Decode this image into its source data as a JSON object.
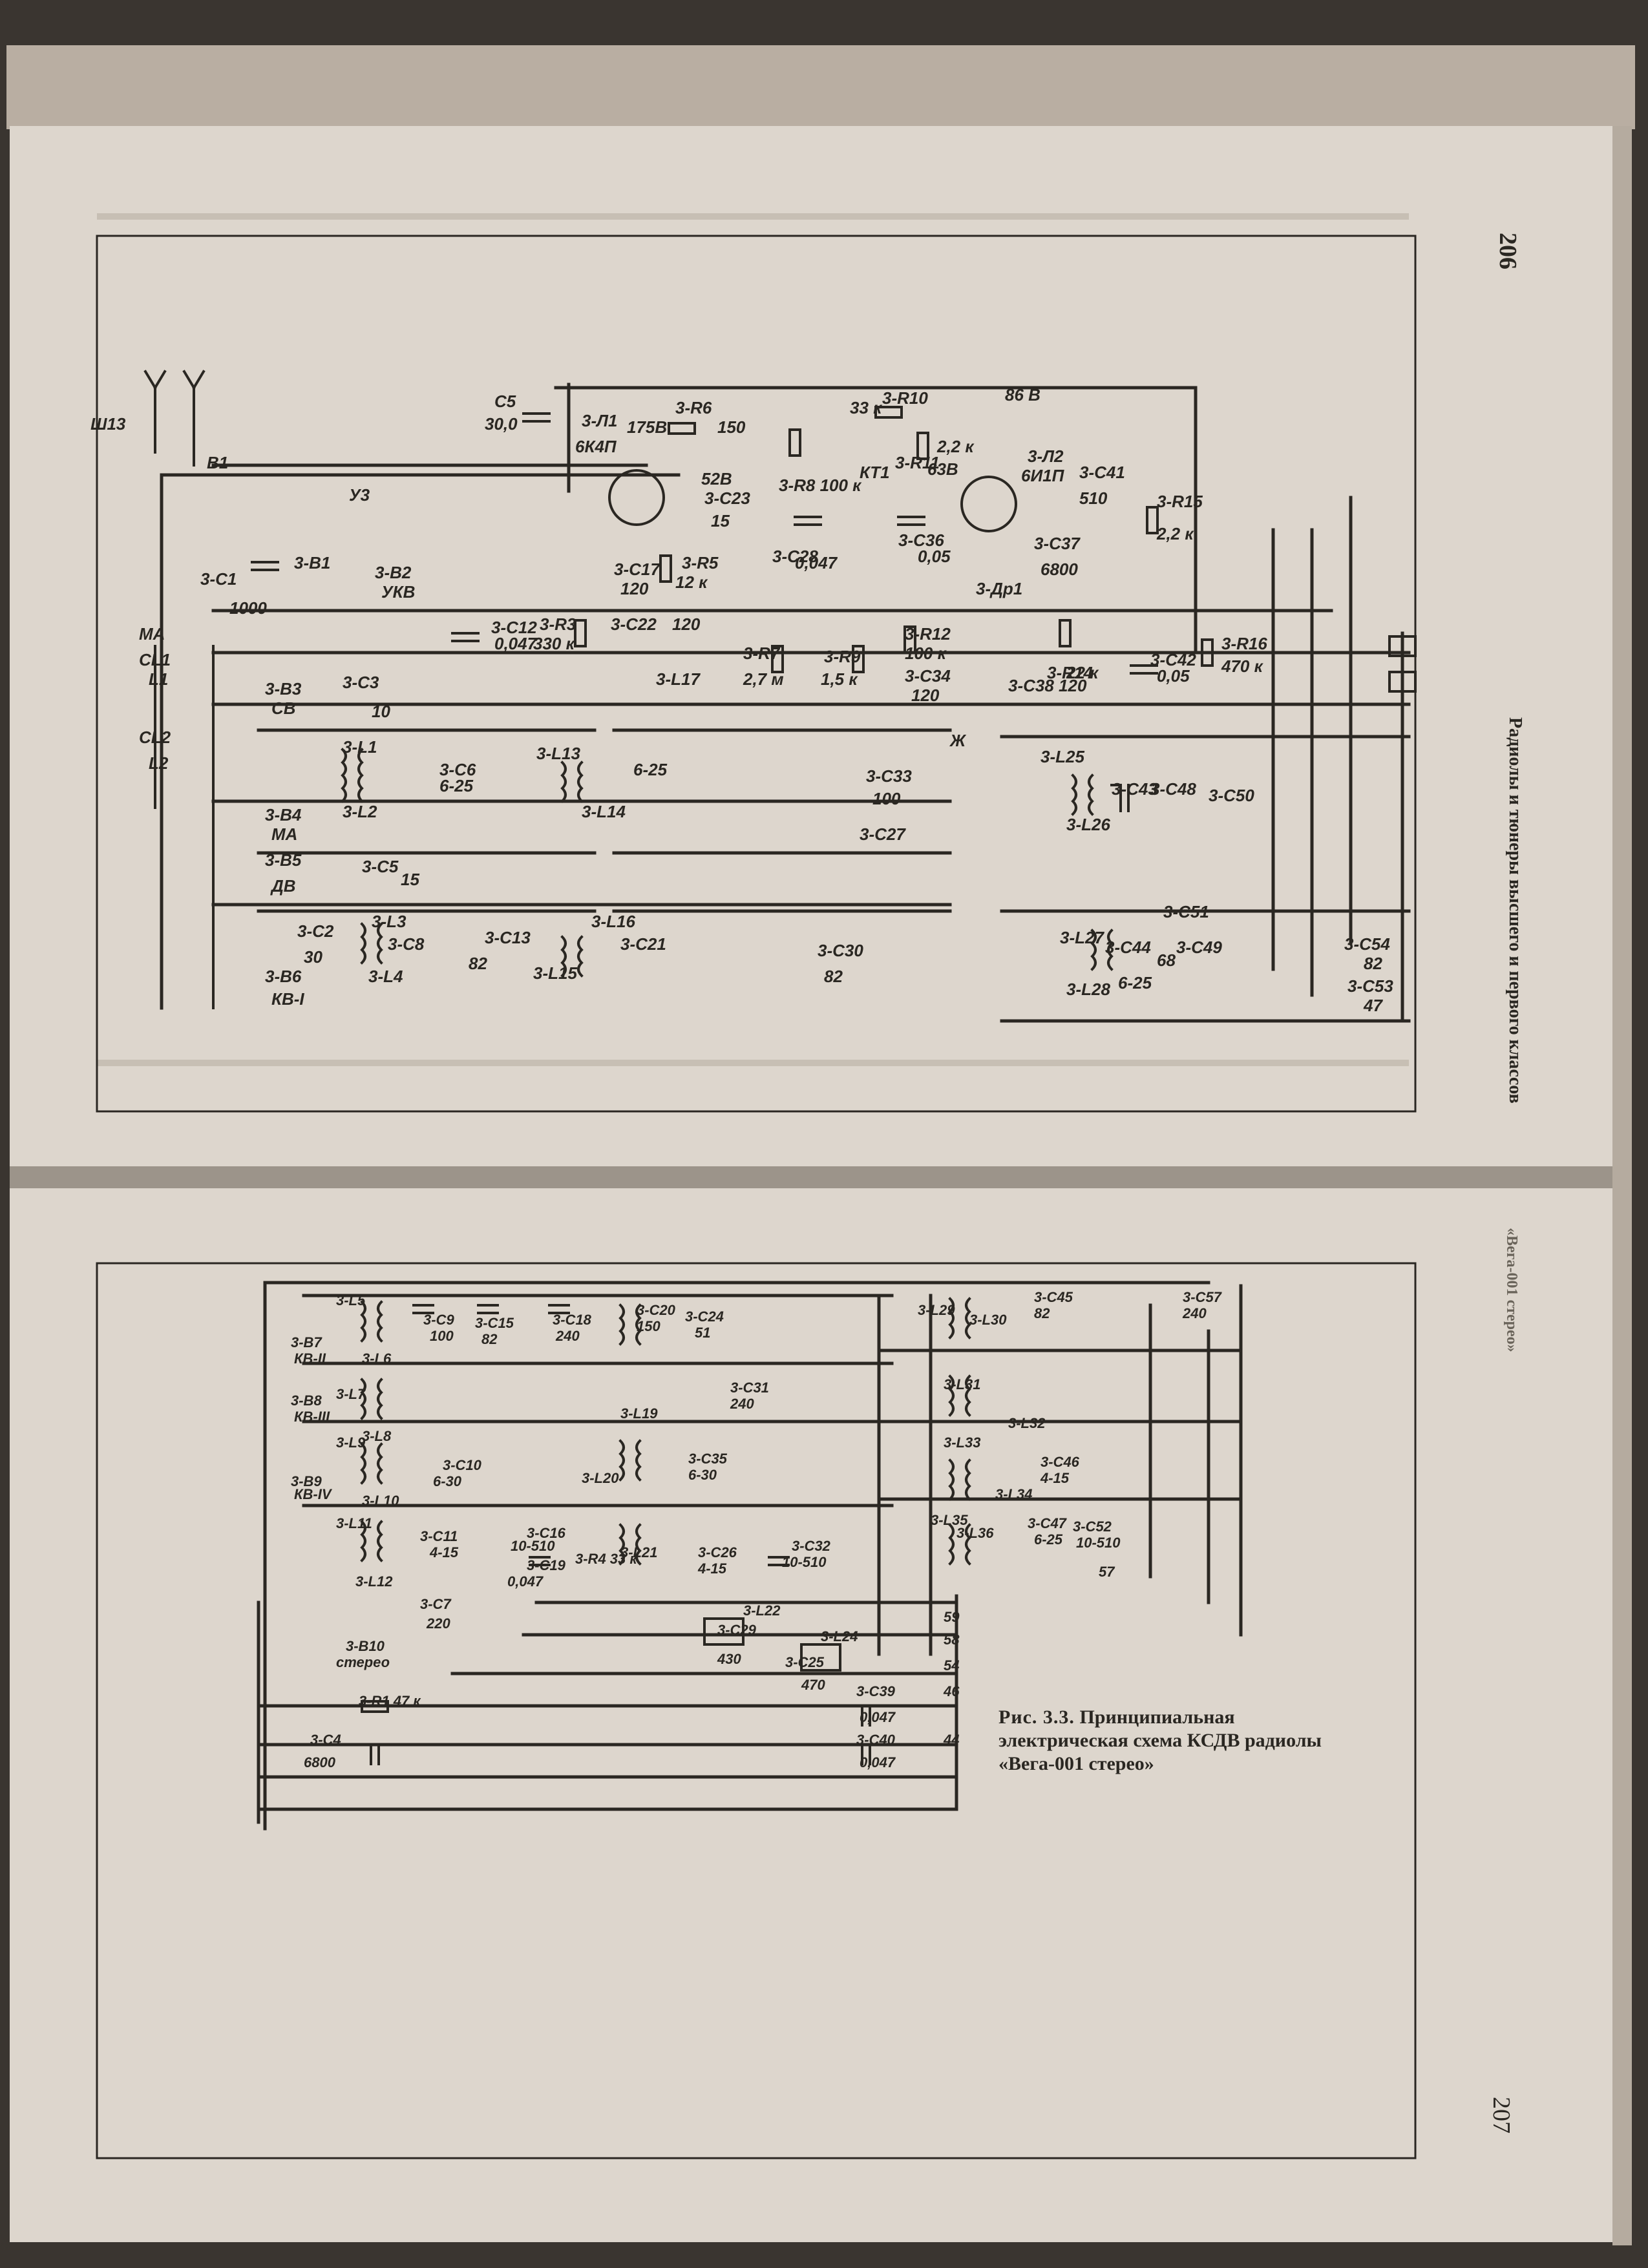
{
  "page_numbers": {
    "left_page": "206",
    "right_page": "207"
  },
  "running_header": "Радиолы и тюнеры высшего и первого классов",
  "running_header_lower": "«Вега-001 стерео»",
  "caption": {
    "fig_number": "Рис. 3.3.",
    "text": "Принципиальная электрическая схема КСДВ радиолы «Вега-001 стерео»"
  },
  "top_schematic": {
    "labels": [
      {
        "id": "sh13",
        "text": "Ш13"
      },
      {
        "id": "b1",
        "text": "В1"
      },
      {
        "id": "c1",
        "text": "3-С1"
      },
      {
        "id": "c1v",
        "text": "1000"
      },
      {
        "id": "ma",
        "text": "МА"
      },
      {
        "id": "cl1",
        "text": "СL1"
      },
      {
        "id": "l1",
        "text": "L1"
      },
      {
        "id": "cl2",
        "text": "СL2"
      },
      {
        "id": "l2",
        "text": "L2"
      },
      {
        "id": "c5",
        "text": "С5"
      },
      {
        "id": "c5v",
        "text": "30,0"
      },
      {
        "id": "u3",
        "text": "У3"
      },
      {
        "id": "b1b",
        "text": "3-В1"
      },
      {
        "id": "b2",
        "text": "3-В2"
      },
      {
        "id": "ukv",
        "text": "УКВ"
      },
      {
        "id": "c12",
        "text": "3-С12"
      },
      {
        "id": "c12v",
        "text": "0,047"
      },
      {
        "id": "l1t",
        "text": "3-Л1"
      },
      {
        "id": "l1tt",
        "text": "6К4П"
      },
      {
        "id": "r6",
        "text": "3-R6"
      },
      {
        "id": "v175",
        "text": "175В"
      },
      {
        "id": "v150",
        "text": "150"
      },
      {
        "id": "v52",
        "text": "52В"
      },
      {
        "id": "c23",
        "text": "3-С23"
      },
      {
        "id": "v15",
        "text": "15"
      },
      {
        "id": "r5",
        "text": "3-R5"
      },
      {
        "id": "r5v",
        "text": "12 к"
      },
      {
        "id": "c17",
        "text": "3-С17"
      },
      {
        "id": "c17v",
        "text": "120"
      },
      {
        "id": "r8",
        "text": "3-R8 100 к"
      },
      {
        "id": "c28",
        "text": "3-С28"
      },
      {
        "id": "c28v",
        "text": "0,047"
      },
      {
        "id": "r3",
        "text": "3-R3"
      },
      {
        "id": "r3v",
        "text": "330 к"
      },
      {
        "id": "c22",
        "text": "3-С22"
      },
      {
        "id": "c22v",
        "text": "120"
      },
      {
        "id": "l17",
        "text": "3-L17"
      },
      {
        "id": "r7",
        "text": "3-R7"
      },
      {
        "id": "r7v",
        "text": "2,7 м"
      },
      {
        "id": "r9",
        "text": "3-R9"
      },
      {
        "id": "r9v",
        "text": "1,5 к"
      },
      {
        "id": "r10",
        "text": "3-R10"
      },
      {
        "id": "v33",
        "text": "33 к"
      },
      {
        "id": "kt1",
        "text": "КТ1"
      },
      {
        "id": "r11",
        "text": "3-R11"
      },
      {
        "id": "r11v",
        "text": "2,2 к"
      },
      {
        "id": "v63",
        "text": "63В"
      },
      {
        "id": "c36",
        "text": "3-С36"
      },
      {
        "id": "c36v",
        "text": "0,05"
      },
      {
        "id": "l2t",
        "text": "3-Л2"
      },
      {
        "id": "l2tt",
        "text": "6И1П"
      },
      {
        "id": "v86",
        "text": "86 В"
      },
      {
        "id": "c41",
        "text": "3-С41"
      },
      {
        "id": "c41v",
        "text": "510"
      },
      {
        "id": "c37",
        "text": "3-С37"
      },
      {
        "id": "c37v",
        "text": "6800"
      },
      {
        "id": "dr1",
        "text": "3-Др1"
      },
      {
        "id": "r12",
        "text": "3-R12"
      },
      {
        "id": "r12v",
        "text": "100 к"
      },
      {
        "id": "c34",
        "text": "3-С34"
      },
      {
        "id": "c34v",
        "text": "120"
      },
      {
        "id": "c38",
        "text": "3-С38 120"
      },
      {
        "id": "r14",
        "text": "3-R14"
      },
      {
        "id": "r14v",
        "text": "22 к"
      },
      {
        "id": "r15",
        "text": "3-R15"
      },
      {
        "id": "r15v",
        "text": "2,2 к"
      },
      {
        "id": "c42",
        "text": "3-С42"
      },
      {
        "id": "c42v",
        "text": "0,05"
      },
      {
        "id": "r16",
        "text": "3-R16"
      },
      {
        "id": "r16v",
        "text": "470 к"
      },
      {
        "id": "b3",
        "text": "3-В3"
      },
      {
        "id": "cb",
        "text": "СВ"
      },
      {
        "id": "c3",
        "text": "3-С3"
      },
      {
        "id": "c3v",
        "text": "10"
      },
      {
        "id": "l1c",
        "text": "3-L1"
      },
      {
        "id": "l2c",
        "text": "3-L2"
      },
      {
        "id": "c6",
        "text": "3-С6"
      },
      {
        "id": "c6v",
        "text": "6-25"
      },
      {
        "id": "l13",
        "text": "3-L13"
      },
      {
        "id": "l14",
        "text": "3-L14"
      },
      {
        "id": "c25",
        "text": "6-25"
      },
      {
        "id": "b4",
        "text": "3-В4"
      },
      {
        "id": "ma2",
        "text": "МА"
      },
      {
        "id": "b5",
        "text": "3-В5"
      },
      {
        "id": "db",
        "text": "ДВ"
      },
      {
        "id": "c5b",
        "text": "3-С5"
      },
      {
        "id": "c5bv",
        "text": "15"
      },
      {
        "id": "c2",
        "text": "3-С2"
      },
      {
        "id": "c2v",
        "text": "30"
      },
      {
        "id": "l3",
        "text": "3-L3"
      },
      {
        "id": "c8",
        "text": "3-С8"
      },
      {
        "id": "l4",
        "text": "3-L4"
      },
      {
        "id": "c13",
        "text": "3-С13"
      },
      {
        "id": "v82",
        "text": "82"
      },
      {
        "id": "l16",
        "text": "3-L16"
      },
      {
        "id": "l15",
        "text": "3-L15"
      },
      {
        "id": "c21",
        "text": "3-С21"
      },
      {
        "id": "b6",
        "text": "3-В6"
      },
      {
        "id": "kb1",
        "text": "КВ-I"
      },
      {
        "id": "c33",
        "text": "3-С33"
      },
      {
        "id": "c33v",
        "text": "100"
      },
      {
        "id": "c27",
        "text": "3-С27"
      },
      {
        "id": "c30",
        "text": "3-С30"
      },
      {
        "id": "c30v",
        "text": "82"
      },
      {
        "id": "zh",
        "text": "Ж"
      },
      {
        "id": "l25",
        "text": "3-L25"
      },
      {
        "id": "l26",
        "text": "3-L26"
      },
      {
        "id": "c43",
        "text": "3-С43"
      },
      {
        "id": "c48",
        "text": "3-С48"
      },
      {
        "id": "c50",
        "text": "3-С50"
      },
      {
        "id": "c51",
        "text": "3-С51"
      },
      {
        "id": "c49",
        "text": "3-С49"
      },
      {
        "id": "c49v",
        "text": "68"
      },
      {
        "id": "c44",
        "text": "3-С44"
      },
      {
        "id": "c44v",
        "text": "6-25"
      },
      {
        "id": "l27",
        "text": "3-L27"
      },
      {
        "id": "l28",
        "text": "3-L28"
      },
      {
        "id": "c54",
        "text": "3-С54"
      },
      {
        "id": "c54v",
        "text": "82"
      },
      {
        "id": "c53",
        "text": "3-С53"
      },
      {
        "id": "c53v",
        "text": "47"
      }
    ]
  },
  "bottom_schematic": {
    "labels": [
      {
        "id": "b7",
        "text": "3-В7"
      },
      {
        "id": "kb2",
        "text": "КВ-II"
      },
      {
        "id": "b8",
        "text": "3-В8"
      },
      {
        "id": "kb3",
        "text": "КВ-III"
      },
      {
        "id": "b9",
        "text": "3-В9"
      },
      {
        "id": "kb4",
        "text": "КВ-IV"
      },
      {
        "id": "l5",
        "text": "3-L5"
      },
      {
        "id": "l6",
        "text": "3-L6"
      },
      {
        "id": "l7",
        "text": "3-L7"
      },
      {
        "id": "l8",
        "text": "3-L8"
      },
      {
        "id": "l9",
        "text": "3-L9"
      },
      {
        "id": "l10",
        "text": "3-L10"
      },
      {
        "id": "l11",
        "text": "3-L11"
      },
      {
        "id": "l12",
        "text": "3-L12"
      },
      {
        "id": "c9",
        "text": "3-С9"
      },
      {
        "id": "c9v",
        "text": "100"
      },
      {
        "id": "c15",
        "text": "3-С15"
      },
      {
        "id": "c15v",
        "text": "82"
      },
      {
        "id": "c18",
        "text": "3-С18"
      },
      {
        "id": "c18v",
        "text": "240"
      },
      {
        "id": "c10",
        "text": "3-С10"
      },
      {
        "id": "c10v",
        "text": "6-30"
      },
      {
        "id": "c11",
        "text": "3-С11"
      },
      {
        "id": "c11v",
        "text": "4-15"
      },
      {
        "id": "c16",
        "text": "3-С16"
      },
      {
        "id": "c16v",
        "text": "10-510"
      },
      {
        "id": "c19",
        "text": "3-С19"
      },
      {
        "id": "c19v",
        "text": "0,047"
      },
      {
        "id": "c20",
        "text": "3-С20"
      },
      {
        "id": "c20v",
        "text": "150"
      },
      {
        "id": "c24",
        "text": "3-С24"
      },
      {
        "id": "c24v",
        "text": "51"
      },
      {
        "id": "c31",
        "text": "3-С31"
      },
      {
        "id": "c31v",
        "text": "240"
      },
      {
        "id": "c35",
        "text": "3-С35"
      },
      {
        "id": "c35v",
        "text": "6-30"
      },
      {
        "id": "c26",
        "text": "3-С26"
      },
      {
        "id": "c26v",
        "text": "4-15"
      },
      {
        "id": "c32",
        "text": "3-С32"
      },
      {
        "id": "c32v",
        "text": "10-510"
      },
      {
        "id": "l19",
        "text": "3-L19"
      },
      {
        "id": "l20",
        "text": "3-L20"
      },
      {
        "id": "l21",
        "text": "3-L21"
      },
      {
        "id": "r4",
        "text": "3-R4 33 к"
      },
      {
        "id": "c7",
        "text": "3-С7"
      },
      {
        "id": "c7v",
        "text": "220"
      },
      {
        "id": "b10",
        "text": "3-В10"
      },
      {
        "id": "stereo",
        "text": "стерео"
      },
      {
        "id": "r1",
        "text": "3-R1 47 к"
      },
      {
        "id": "c4",
        "text": "3-С4"
      },
      {
        "id": "c4v",
        "text": "6800"
      },
      {
        "id": "l22",
        "text": "3-L22"
      },
      {
        "id": "c29",
        "text": "3-С29"
      },
      {
        "id": "c29v",
        "text": "430"
      },
      {
        "id": "l24",
        "text": "3-L24"
      },
      {
        "id": "c25b",
        "text": "3-С25"
      },
      {
        "id": "c25bv",
        "text": "470"
      },
      {
        "id": "c39",
        "text": "3-С39"
      },
      {
        "id": "c39v",
        "text": "0,047"
      },
      {
        "id": "c40",
        "text": "3-С40"
      },
      {
        "id": "c40v",
        "text": "0,047"
      },
      {
        "id": "l29",
        "text": "3-L29"
      },
      {
        "id": "l30",
        "text": "3-L30"
      },
      {
        "id": "c45",
        "text": "3-С45"
      },
      {
        "id": "c45v",
        "text": "82"
      },
      {
        "id": "c57",
        "text": "3-С57"
      },
      {
        "id": "c57v",
        "text": "240"
      },
      {
        "id": "l31",
        "text": "3-L31"
      },
      {
        "id": "l32",
        "text": "3-L32"
      },
      {
        "id": "l33",
        "text": "3-L33"
      },
      {
        "id": "l34",
        "text": "3-L34"
      },
      {
        "id": "c46",
        "text": "3-С46"
      },
      {
        "id": "c46v",
        "text": "4-15"
      },
      {
        "id": "l35",
        "text": "3-L35"
      },
      {
        "id": "l36",
        "text": "3-L36"
      },
      {
        "id": "c47",
        "text": "3-С47"
      },
      {
        "id": "c47v",
        "text": "6-25"
      },
      {
        "id": "c52",
        "text": "3-С52"
      },
      {
        "id": "c52v",
        "text": "10-510"
      },
      {
        "id": "n59",
        "text": "59"
      },
      {
        "id": "n58",
        "text": "58"
      },
      {
        "id": "n54",
        "text": "54"
      },
      {
        "id": "n46",
        "text": "46"
      },
      {
        "id": "n44",
        "text": "44"
      },
      {
        "id": "n57",
        "text": "57"
      }
    ]
  }
}
